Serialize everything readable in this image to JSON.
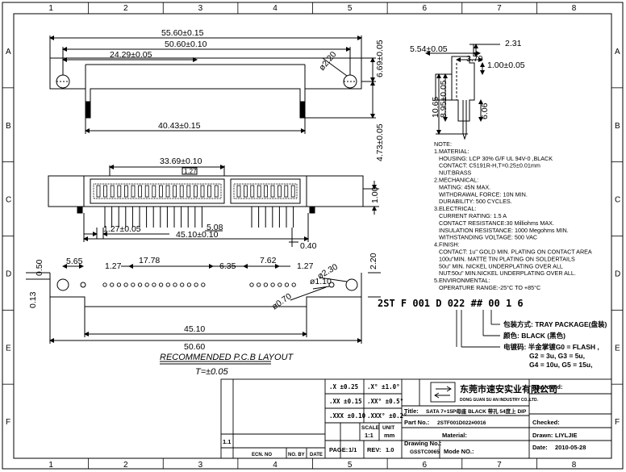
{
  "border": {
    "columns": [
      "1",
      "2",
      "3",
      "4",
      "5",
      "6",
      "7",
      "8"
    ],
    "rows": [
      "A",
      "B",
      "C",
      "D",
      "E",
      "F"
    ]
  },
  "top_view": {
    "dims": [
      "55.60±0.15",
      "50.60±0.10",
      "24.29±0.05",
      "40.43±0.15",
      "6.69±0.05",
      "4.73±0.05",
      "ø2.20"
    ]
  },
  "front_view": {
    "dims": [
      "33.69±0.10",
      "1.27",
      "1.27±0.05",
      "5.08",
      "45.10±0.10",
      "0.40",
      "1.00"
    ]
  },
  "side_view": {
    "dims": [
      "2.31",
      "5.54±0.05",
      "3.79",
      "1.00±0.05",
      "10.65",
      "8.95±0.05",
      "6.06"
    ]
  },
  "pcb_layout": {
    "dims": [
      "5.65",
      "1.27",
      "17.78",
      "6.35",
      "7.62",
      "1.27",
      "0.50",
      "0.13",
      "ø2.30",
      "ø1.10",
      "ø0.70",
      "2.20",
      "45.10",
      "50.60"
    ],
    "title": "RECOMMENDED P.C.B LAYOUT",
    "tolerance": "T=±0.05"
  },
  "notes": [
    "NOTE:",
    "1.MATERIAL:",
    "HOUSING: LCP   30% G/F UL 94V-0 ,BLACK",
    "CONTACT:   C5191R-H,T=0.25±0.01mm",
    "NUT:BRASS",
    "2.MECHANICAL:",
    "MATING: 45N MAX.",
    "WITHDRAWAL FORCE: 10N MIN.",
    "DURABILITY: 500 CYCLES.",
    "3.ELECTRICAL:",
    "CURRENT RATING: 1.5 A",
    "CONTACT RESISTANCE:30 Milliohms MAX.",
    "INSULATION RESISTANCE: 1000 Megohms MIN.",
    "WITHSTANDING VOLTAGE: 500 VAC",
    "4.FINISH:",
    "CONTACT: 1u\" GOLD MIN. PLATING ON CONTACT AREA",
    "100u\"MIN. MATTE TIN PLATING ON SOLDERTAILS",
    "50u\" MIN. NICKEL UNDERPLATING OVER ALL",
    "NUT:50u\" MIN.NICKEL UNDERPLATING OVER ALL.",
    "5.ENVIRONMENTAL:",
    "OPERATURE RANGE:-25°C TO +85°C"
  ],
  "part_code": {
    "code": "2ST F 001 D 022 ## 00 1 6",
    "legend": [
      "包装方式: TRAY PACKAGE(盘装)",
      "颜色: BLACK (黑色)",
      "电镀码: 半金掌镀G0 = FLASH ,",
      "G2 = 3u, G3 = 5u,",
      "G4 = 10u, G5 = 15u,"
    ]
  },
  "title_block": {
    "tolerances": [
      ".X    ±0.25",
      ".X°   ±1.0°",
      ".XX   ±0.15",
      ".XX°  ±0.5°",
      ".XXX  ±0.10",
      ".XXX° ±0.2°"
    ],
    "scale_label": "SCALE",
    "scale": "1:1",
    "unit_label": "UNIT",
    "unit": "mm",
    "page_label": "PAGE:",
    "page": "1/1",
    "rev_label": "REV:",
    "rev": "1.0",
    "company": "东莞市速安实业有限公司",
    "company_en": "DONG GUAN SU AN INDUSTRY CO.,LTD.",
    "title_label": "Title:",
    "title": "SATA 7+15P母座 BLACK 带孔 54度上 DIP",
    "part_no_label": "Part No.:",
    "part_no": "2STF001D022#0016",
    "drawing_no_label": "Drawing No.:",
    "drawing_no": "GSSTC0065",
    "material_label": "Material:",
    "mode_label": "Mode NO.:",
    "approved_label": "Approved:",
    "checked_label": "Checked:",
    "drawn_label": "Drawn:",
    "drawn": "LIYLJIE",
    "date_label": "Date:",
    "date": "2010-05-28",
    "rev_row": "1.1",
    "rev_headers": [
      "ECN. NO",
      "NO. BY",
      "DATE"
    ]
  }
}
